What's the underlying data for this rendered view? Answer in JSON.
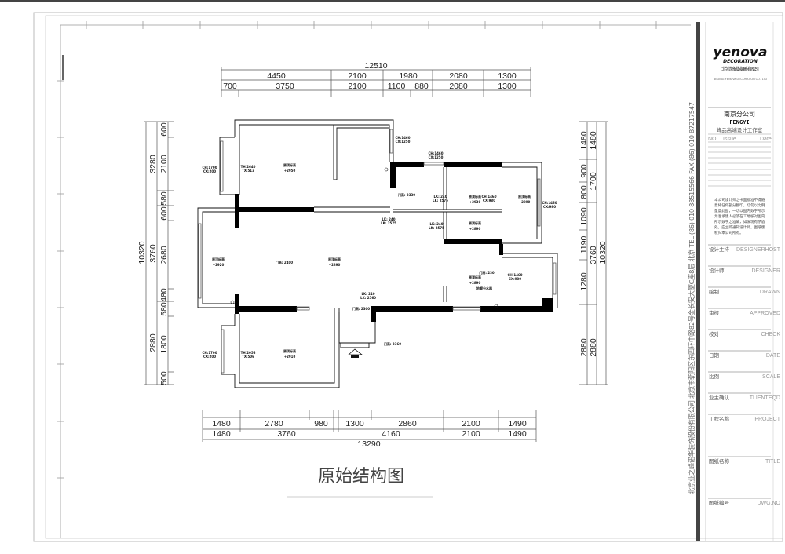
{
  "drawing_title": "原始结构图",
  "overall": {
    "width_top": "12510",
    "width_bottom": "13290",
    "height_left": "10320",
    "height_right": "10320"
  },
  "top_dims": {
    "row1": [
      "4450",
      "2100",
      "1980",
      "2080",
      "1300"
    ],
    "row2": [
      "700",
      "3750",
      "2100",
      "1100",
      "880",
      "2080",
      "1300"
    ]
  },
  "bottom_dims": {
    "row1": [
      "1480",
      "2780",
      "980",
      "1300",
      "2860",
      "2100",
      "1490"
    ],
    "row2": [
      "1480",
      "3760",
      "4160",
      "2100",
      "1490"
    ]
  },
  "left_dims": {
    "row1": [
      "3280",
      "3760",
      "2880"
    ],
    "row2": [
      "600",
      "2100",
      "580",
      "600",
      "2680",
      "480",
      "580",
      "1800",
      "500"
    ]
  },
  "right_dims": {
    "row1": [
      "1480",
      "900",
      "800",
      "1090",
      "1190",
      "1280",
      "2880"
    ],
    "row2": [
      "1480",
      "1700",
      "3760",
      "2880"
    ]
  },
  "room_labels": {
    "ceiling": "原顶标高",
    "bed1_win": [
      "TH:2640",
      "TX:513"
    ],
    "bed1_level": "+2950",
    "balcony1_win": [
      "CH:1700",
      "CX:200"
    ],
    "top_win": [
      "CH:1460",
      "CX:1250"
    ],
    "top_win2": [
      "CH:1460",
      "CX:1250"
    ],
    "door_h1": "门高: 2330",
    "beam1": [
      "LK: 240",
      "LK: 2575"
    ],
    "beam2": [
      "LK: 240",
      "LK: 2575"
    ],
    "beam3": [
      "LK: 240",
      "LK: 2575"
    ],
    "room2_level": "+2930",
    "room2_win": [
      "CH:1460",
      "CX:980"
    ],
    "room3_level": "+2890",
    "right_win": [
      "CH:1460",
      "CX:980"
    ],
    "hall_level": "+2890",
    "living_left_level": "+2920",
    "living_door": "门高: 2400",
    "living_level": "+2890",
    "kitchen_door": "门高: 230",
    "kitchen_level": "+2890",
    "kitchen_note": "地暖分水器",
    "kitchen_win": [
      "CH:1460",
      "CX:980"
    ],
    "beam4": [
      "LK: 240",
      "LK: 2560"
    ],
    "entry_door": "门高: 2300",
    "entry_door2": "门高: 2360",
    "bed2_win": [
      "TH:2056",
      "TX:506"
    ],
    "balcony2_win": [
      "CH:1700",
      "CX:200"
    ],
    "bed2_level": "+2910"
  },
  "title_block": {
    "brand": "yenova",
    "brand_sub": "DECORATION",
    "company_cn": "北京业之峰诺华装饰股份有限公司",
    "company_en": "BEIJING YENOVA DECORATION CO., LTD",
    "branch": "南京分公司",
    "studio_logo": "FENGYI",
    "studio": "峰品高端设计工作室",
    "rev_headers": [
      "NO.",
      "Issue",
      "Date"
    ],
    "notice": "本公司设计师之书面批准不得随意将任何部分翻印，切勿以比例量度此图，一切以图内数字所示为准承建人必须在工地核对图内所示数字之准确，如发现有矛盾处，应立即通知设计师，图纸版权归本公司所有。",
    "fields": [
      {
        "cn": "设计主持",
        "en": "DESIGNERHOST"
      },
      {
        "cn": "设计师",
        "en": "DESIGNER"
      },
      {
        "cn": "绘制",
        "en": "DRAWN"
      },
      {
        "cn": "审核",
        "en": "APPROVED"
      },
      {
        "cn": "校对",
        "en": "CHECK"
      },
      {
        "cn": "日期",
        "en": "DATE"
      },
      {
        "cn": "比例",
        "en": "SCALE"
      },
      {
        "cn": "业主确认",
        "en": "TLIENTEQD"
      },
      {
        "cn": "工程名称",
        "en": "PROJECT"
      },
      {
        "cn": "图纸名称",
        "en": "TITLE"
      },
      {
        "cn": "图纸编号",
        "en": "DWG.NO"
      }
    ],
    "vertical_contact": "北京业之峰诺华装饰股份有限公司 北京市朝阳区东四环中路82号金长安大厦C座8层  北京 TEL (86) 010 88515566  FAX (86) 010 87217547"
  }
}
